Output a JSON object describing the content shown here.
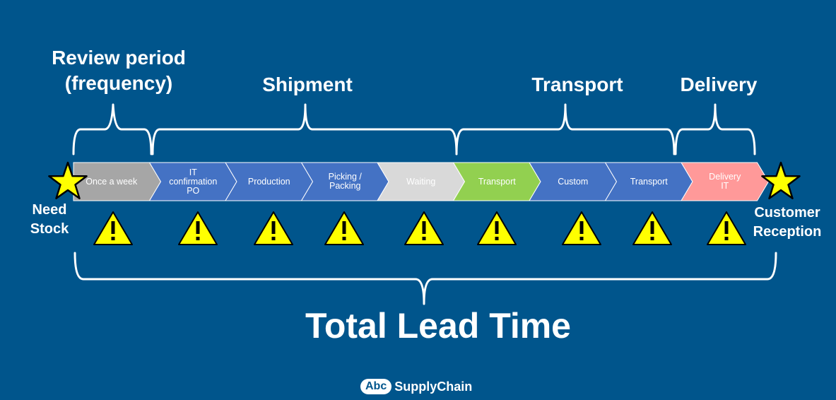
{
  "phases": [
    {
      "label_line1": "Review period",
      "label_line2": "(frequency)"
    },
    {
      "label_line1": "Shipment"
    },
    {
      "label_line1": "Transport"
    },
    {
      "label_line1": "Delivery"
    }
  ],
  "steps": [
    {
      "label": "Once a  week",
      "color": "#a6a6a6"
    },
    {
      "label": "IT\nconfirmation\nPO",
      "color": "#4472c4"
    },
    {
      "label": "Production",
      "color": "#4472c4"
    },
    {
      "label": "Picking /\nPacking",
      "color": "#4472c4"
    },
    {
      "label": "Waiting",
      "color": "#d9d9d9"
    },
    {
      "label": "Transport",
      "color": "#92d050"
    },
    {
      "label": "Custom",
      "color": "#4472c4"
    },
    {
      "label": "Transport",
      "color": "#4472c4"
    },
    {
      "label": "Delivery\nIT",
      "color": "#ff9999"
    }
  ],
  "start": {
    "line1": "Need",
    "line2": "Stock"
  },
  "end": {
    "line1": "Customer",
    "line2": "Reception"
  },
  "total_label": "Total Lead Time",
  "logo": {
    "badge": "Abc",
    "text": "SupplyChain"
  },
  "colors": {
    "background": "#00558c",
    "star": "#ffff00",
    "warning": "#ffff00"
  },
  "icons": [
    "star-icon",
    "warning-icon",
    "brace-icon"
  ]
}
